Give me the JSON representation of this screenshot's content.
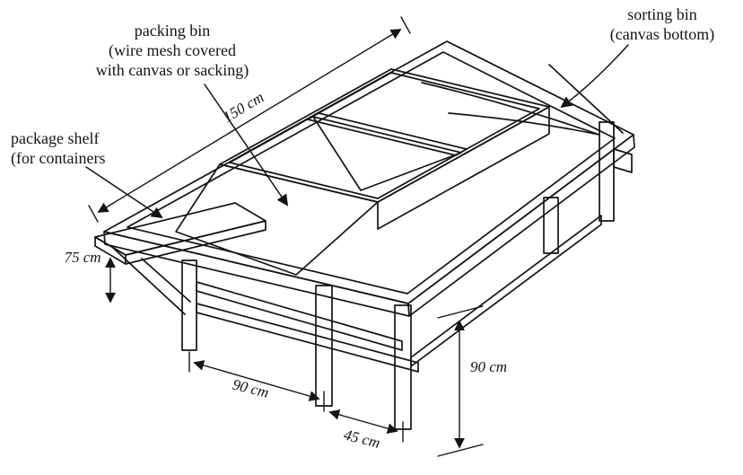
{
  "figure": {
    "title": "Sorting and packing table diagram",
    "colors": {
      "ink": "#141414",
      "background": "#ffffff"
    },
    "labels": {
      "packing_bin": [
        "packing bin",
        "(wire mesh covered",
        "with canvas or sacking)"
      ],
      "sorting_bin": [
        "sorting bin",
        "(canvas bottom)"
      ],
      "package_shelf": [
        "package shelf",
        "(for containers"
      ]
    },
    "dimensions": {
      "table_length": "150 cm",
      "shelf_height": "75 cm",
      "leg_span_front": "90 cm",
      "leg_span_side": "45 cm",
      "table_height": "90 cm"
    }
  }
}
